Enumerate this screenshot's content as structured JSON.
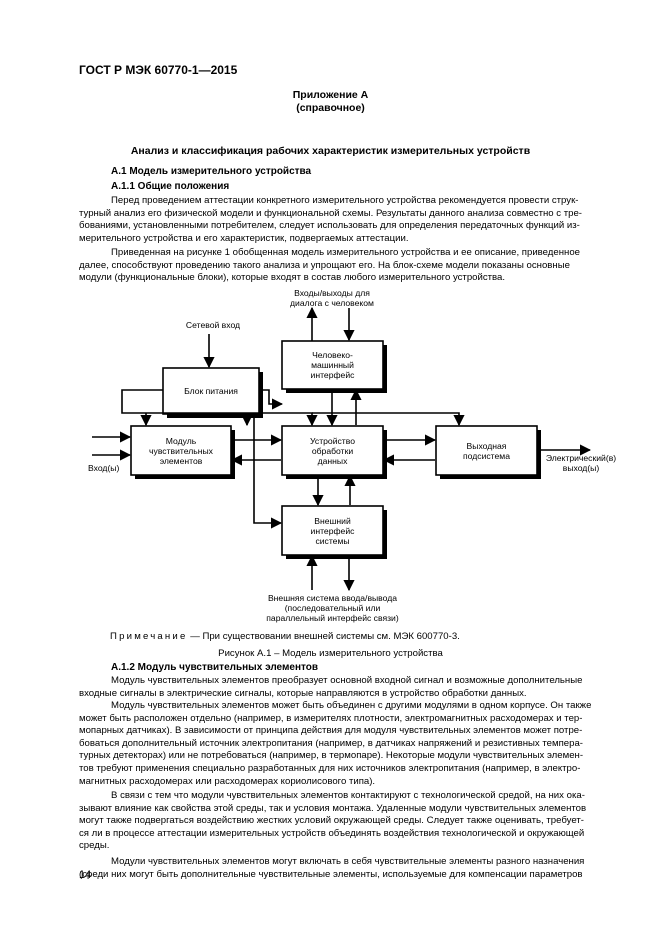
{
  "header": {
    "standard": "ГОСТ Р МЭК 60770-1—2015"
  },
  "annex": {
    "title": "Приложение А",
    "kind": "(справочное)"
  },
  "section_title": "Анализ и классификация рабочих характеристик измерительных устройств",
  "a1": {
    "heading": "А.1 Модель измерительного устройства"
  },
  "a11": {
    "heading": "А.1.1 Общие положения",
    "p1": [
      "Перед проведением аттестации конкретного измерительного устройства рекомендуется провести струк-",
      "турный анализ его физической модели и функциональной схемы. Результаты данного анализа совместно с тре-",
      "бованиями, установленными потребителем, следует использовать для определения передаточных функций из-",
      "мерительного устройства и его характеристик, подвергаемых аттестации."
    ],
    "p2": [
      "Приведенная на рисунке 1 обобщенная модель измерительного устройства и ее описание, приведенное",
      "далее, способствуют проведению такого анализа и упрощают его. На блок-схеме модели показаны основные",
      "модули (функциональные блоки), которые входят в состав любого измерительного устройства."
    ]
  },
  "figure": {
    "label_io_dialog": [
      "Входы/выходы для",
      "диалога с человеком"
    ],
    "label_mains": "Сетевой вход",
    "block_power": "Блок питания",
    "block_hmi": [
      "Человеко-",
      "машинный",
      "интерфейс"
    ],
    "block_sensor": [
      "Модуль",
      "чувствительных",
      "элементов"
    ],
    "block_processing": [
      "Устройство",
      "обработки",
      "данных"
    ],
    "block_output": [
      "Выходная",
      "подсистема"
    ],
    "block_external": [
      "Внешний",
      "интерфейс",
      "системы"
    ],
    "label_inputs": "Вход(ы)",
    "label_electrical_out": [
      "Электрический(в)",
      "выход(ы)"
    ],
    "label_external_system": [
      "Внешняя система ввода/вывода",
      "(последовательный или",
      "параллельный интерфейс связи)"
    ]
  },
  "note": {
    "label": "Примечание",
    "text": " — При существовании внешней системы  см. МЭК 600770-3."
  },
  "caption": "Рисунок А.1 – Модель измерительного устройства",
  "a12": {
    "heading": "А.1.2 Модуль чувствительных элементов",
    "p1": [
      "Модуль чувствительных элементов преобразует основной входной сигнал и возможные дополнительные",
      "входные сигналы в электрические сигналы, которые направляются в устройство обработки данных."
    ],
    "p2": [
      "Модуль чувствительных элементов может быть объединен с другими модулями в одном корпусе. Он также",
      "может быть расположен отдельно (например, в измерителях плотности, электромагнитных расходомерах и тер-",
      "мопарных датчиках). В зависимости от принципа действия для модуля чувствительных элементов может потре-",
      "боваться дополнительный источник электропитания (например, в датчиках напряжений и резистивных темпера-",
      "турных детекторах) или не потребоваться (например, в термопаре). Некоторые модули чувствительных элемен-",
      "тов требуют применения специально разработанных для них источников электропитания (например, в электро-",
      "магнитных расходомерах или расходомерах кориолисового типа)."
    ],
    "p3": [
      "В связи с тем  что модули чувствительных элементов контактируют с технологической средой, на них ока-",
      "зывают влияние как свойства этой среды, так и условия монтажа. Удаленные модули чувствительных элементов",
      "могут также подвергаться воздействию жестких условий окружающей среды. Следует также оценивать, требует-",
      "ся ли в процессе аттестации измерительных устройств объединять воздействия технологической и окружающей",
      "среды."
    ],
    "p4": [
      "Модули чувствительных элементов могут включать в себя чувствительные элементы разного назначения",
      "(среди них могут быть дополнительные чувствительные элементы, используемые для компенсации параметров"
    ]
  },
  "page_number": "14"
}
